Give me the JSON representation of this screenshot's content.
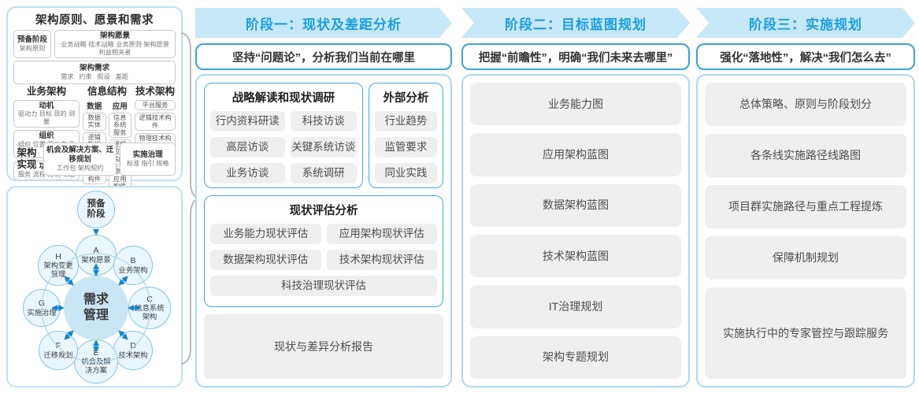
{
  "colors": {
    "band_bg": "#c6e8f8",
    "band_text": "#1e9edd",
    "panel_border": "#abdaf0",
    "blue_border": "#3aa3da",
    "item_bg": "#efefef",
    "item_text": "#4d4d4d",
    "arrow_blue": "#1787c5"
  },
  "left_panel": {
    "title": "架构原则、愿景和需求",
    "prep": {
      "title": "预备阶段",
      "sub": "架构原则"
    },
    "vision": {
      "title": "架构愿景",
      "sub": "业务战略 技术战略 业务原则 架构愿景 利益相关者"
    },
    "requirements": {
      "title": "架构需求",
      "sub": "需求   约束   假设   差距"
    },
    "business": {
      "title": "业务架构",
      "items": [
        {
          "title": "动机",
          "sub": "驱动力 目标 目的 测量"
        },
        {
          "title": "组织",
          "sub": "组织 位置 驱动者 角色"
        },
        {
          "title": "功能",
          "sub": "服务 流程 控制 功能"
        }
      ]
    },
    "info": {
      "title": "信息结构",
      "data": {
        "title": "数据",
        "items": [
          "数据实体",
          "逻辑数据构件",
          "物理数据构件"
        ]
      },
      "app": {
        "title": "应用",
        "items": [
          "信息系统服务",
          "逻辑应用构件",
          "物理应用构件"
        ]
      }
    },
    "tech": {
      "title": "技术架构",
      "items": [
        "平台服务",
        "逻辑技术构件",
        "物理技术构件"
      ]
    },
    "impl": {
      "label": "架构实现",
      "box1": {
        "title": "机会及解决方案、迁移规划",
        "sub": "工作包 架构契约"
      },
      "box2": {
        "title": "实施治理",
        "sub": "标准 指引 规格"
      }
    }
  },
  "adm": {
    "prep": "预备阶段",
    "center": "需求管理",
    "nodes": [
      {
        "letter": "A",
        "label": "架构愿景"
      },
      {
        "letter": "B",
        "label": "业务架构"
      },
      {
        "letter": "C",
        "label": "信息系统架构"
      },
      {
        "letter": "D",
        "label": "技术架构"
      },
      {
        "letter": "E",
        "label": "机会及解决方案"
      },
      {
        "letter": "F",
        "label": "迁移规划"
      },
      {
        "letter": "G",
        "label": "实施治理"
      },
      {
        "letter": "H",
        "label": "架构变更管理"
      }
    ]
  },
  "phases": [
    {
      "header": "阶段一：现状及差距分析",
      "subtitle": "坚持“问题论”，分析我们当前在哪里",
      "strategy": {
        "title": "战略解读和现状调研",
        "items": [
          "行内资料研读",
          "科技访谈",
          "高层访谈",
          "关键系统访谈",
          "业务访谈",
          "系统调研"
        ]
      },
      "external": {
        "title": "外部分析",
        "items": [
          "行业趋势",
          "监管要求",
          "同业实践"
        ]
      },
      "assessment": {
        "title": "现状评估分析",
        "items": [
          "业务能力现状评估",
          "应用架构现状评估",
          "数据架构现状评估",
          "技术架构现状评估",
          "科技治理现状评估"
        ]
      },
      "report": "现状与差异分析报告"
    },
    {
      "header": "阶段二：目标蓝图规划",
      "subtitle": "把握“前瞻性”，明确“我们未来去哪里”",
      "items": [
        "业务能力图",
        "应用架构蓝图",
        "数据架构蓝图",
        "技术架构蓝图",
        "IT治理规划",
        "架构专题规划"
      ]
    },
    {
      "header": "阶段三：实施规划",
      "subtitle": "强化“落地性”，解决“我们怎么去”",
      "items": [
        "总体策略、原则与阶段划分",
        "各条线实施路径线路图",
        "项目群实施路径与重点工程提炼",
        "保障机制规划",
        "实施执行中的专家管控与跟踪服务"
      ]
    }
  ]
}
